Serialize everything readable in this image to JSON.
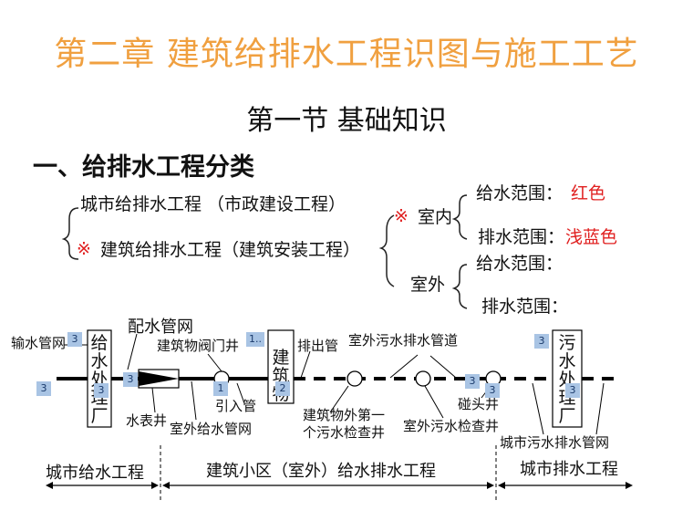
{
  "title": "第二章  建筑给排水工程识图与施工工艺",
  "subtitle": "第一节  基础知识",
  "heading": "一、给排水工程分类",
  "tree": {
    "municipal": "城市给排水工程  （市政建设工程）",
    "mark": "※",
    "building": "建筑给排水工程（建筑安装工程）",
    "indoor": "室内",
    "outdoor": "室外",
    "supply_range": "给水范围：",
    "drain_range": "排水范围：",
    "indoor_supply_color": "红色",
    "indoor_drain_color": "浅蓝色",
    "red_hex": "#e02020",
    "title_hex": "#f0a040"
  },
  "diagram": {
    "transmission_pipe": "输水管网",
    "distribution_pipe": "配水管网",
    "water_plant": "给水处理厂",
    "valve_well": "建筑物阀门井",
    "building": "建筑物",
    "discharge_pipe": "排出管",
    "outdoor_sewer": "室外污水排水管道",
    "sewage_plant": "污水处理厂",
    "meter_well": "水表井",
    "outdoor_supply": "室外给水管网",
    "inlet_pipe": "引入管",
    "first_inspection": "建筑物外第一个污水检查井",
    "outdoor_inspection": "室外污水检查井",
    "junction_well": "碰头井",
    "city_sewer": "城市污水排水管网",
    "scope_city_supply": "城市给水工程",
    "scope_building": "建筑小区（室外）给水排水工程",
    "scope_city_drain": "城市排水工程",
    "badges": [
      "3",
      "3",
      "1..",
      "3",
      "3",
      "3",
      "1",
      "2",
      "3",
      "3",
      "3"
    ]
  }
}
